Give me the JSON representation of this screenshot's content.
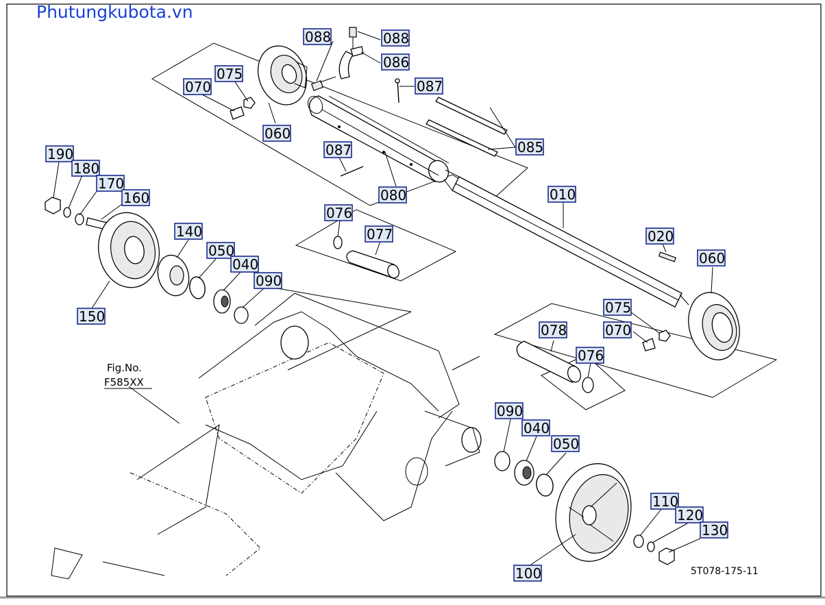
{
  "watermark": "Phutungkubota.vn",
  "figure_ref": {
    "line1": "Fig.No.",
    "line2": "F585XX"
  },
  "drawing_code": "5T078-175-11",
  "part_labels": {
    "p088a": "088",
    "p088b": "088",
    "p086": "086",
    "p087a": "087",
    "p087b": "087",
    "p085": "085",
    "p075a": "075",
    "p070a": "070",
    "p060a": "060",
    "p080": "080",
    "p010": "010",
    "p020": "020",
    "p060b": "060",
    "p076a": "076",
    "p077": "077",
    "p190": "190",
    "p180": "180",
    "p170": "170",
    "p160": "160",
    "p140": "140",
    "p050a": "050",
    "p040a": "040",
    "p090a": "090",
    "p150": "150",
    "p075b": "075",
    "p070b": "070",
    "p078": "078",
    "p076b": "076",
    "p090b": "090",
    "p040b": "040",
    "p050b": "050",
    "p110": "110",
    "p120": "120",
    "p130": "130",
    "p100": "100"
  },
  "colors": {
    "watermark": "#1a3fd6",
    "label_fill": "#dfe8f5",
    "label_border": "#1a2a8a"
  }
}
